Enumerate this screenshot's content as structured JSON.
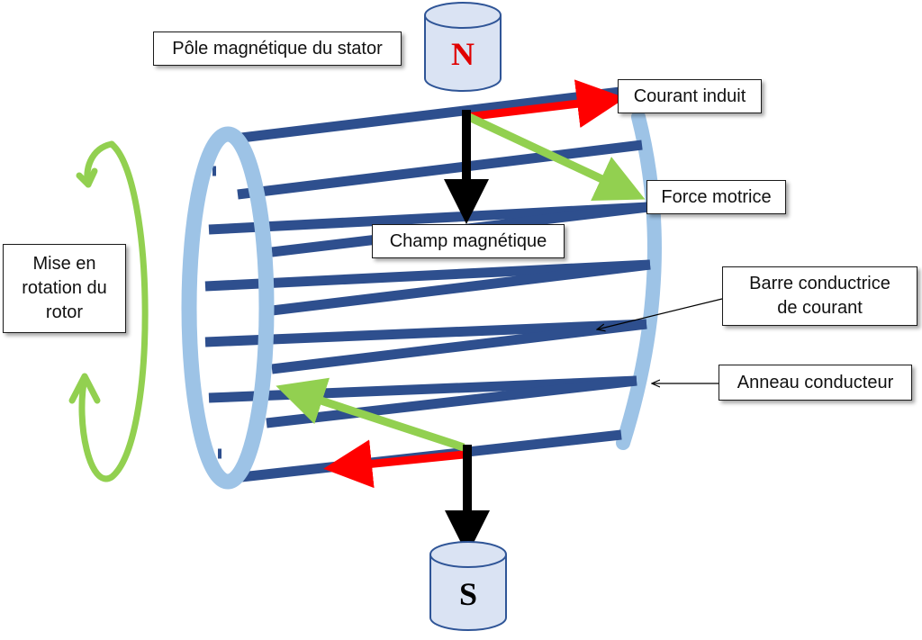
{
  "labels": {
    "stator_pole": "Pôle magnétique du stator",
    "induced_current": "Courant induit",
    "motive_force": "Force motrice",
    "magnetic_field": "Champ magnétique",
    "conductor_bar": "Barre conductrice\nde courant",
    "conductor_ring": "Anneau conducteur",
    "rotor_rotation": "Mise en\nrotation du\nrotor"
  },
  "poles": {
    "north": "N",
    "south": "S"
  },
  "colors": {
    "bar": "#2e4f8e",
    "ring": "#9dc3e6",
    "current_arrow": "#ff0000",
    "force_arrow": "#92d050",
    "field_arrow": "#000000",
    "rotation_arrow": "#92d050",
    "magnet_fill": "#dae3f3",
    "magnet_stroke": "#2f5597",
    "north_letter": "#e00000",
    "south_letter": "#000000"
  }
}
